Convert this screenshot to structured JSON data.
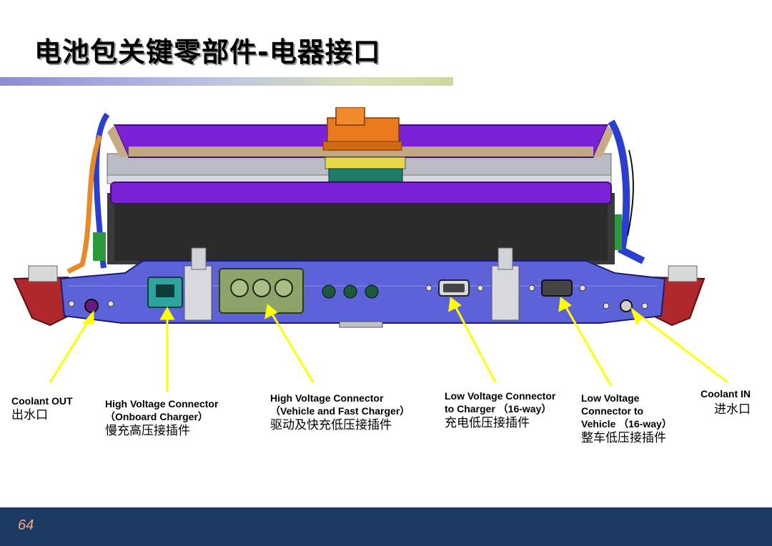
{
  "slide": {
    "title": "电池包关键零部件-电器接口",
    "page_number": "64"
  },
  "labels": [
    {
      "id": "coolant-out",
      "lines": [
        "Coolant OUT"
      ],
      "zh": "出水口"
    },
    {
      "id": "hv-onboard",
      "lines": [
        "High Voltage Connector",
        "（Onboard Charger）"
      ],
      "zh": "慢充高压接插件"
    },
    {
      "id": "hv-vehicle-fast",
      "lines": [
        "High Voltage Connector",
        "（Vehicle and Fast Charger）"
      ],
      "zh": "驱动及快充低压接插件"
    },
    {
      "id": "lv-charger",
      "lines": [
        "Low Voltage Connector",
        "to Charger （16-way）"
      ],
      "zh": "充电低压接插件"
    },
    {
      "id": "lv-vehicle",
      "lines": [
        "Low Voltage",
        "Connector to",
        "Vehicle （16-way）"
      ],
      "zh": "整车低压接插件"
    },
    {
      "id": "coolant-in",
      "lines": [
        "Coolant IN"
      ],
      "zh": "进水口"
    }
  ],
  "colors": {
    "purple_top": "#7b22d6",
    "blue_frame": "#5e62d8",
    "red_bracket": "#b0272c",
    "arrow": "#ffff00",
    "orange_part": "#e97a1e",
    "footer": "#1d3a63"
  }
}
